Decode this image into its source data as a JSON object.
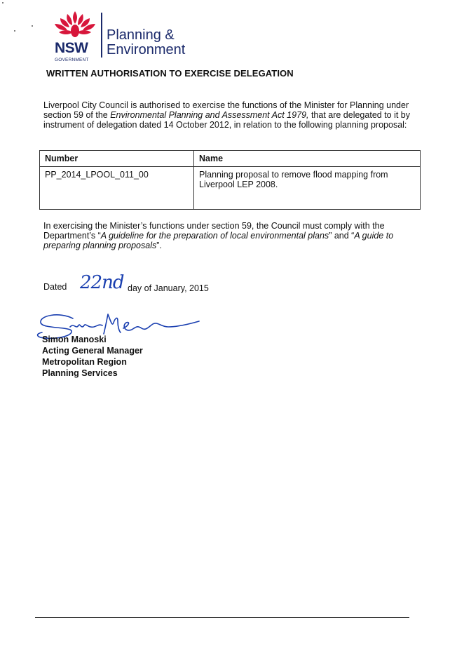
{
  "logo": {
    "nsw": "NSW",
    "government": "GOVERNMENT",
    "department_line1": "Planning &",
    "department_line2": "Environment",
    "colors": {
      "waratah": "#d7163b",
      "navy": "#1b2a6b"
    }
  },
  "document": {
    "heading": "WRITTEN AUTHORISATION TO EXERCISE DELEGATION",
    "intro": {
      "part1": "Liverpool City Council is authorised to exercise the functions of the Minister for Planning under section 59 of the ",
      "act": "Environmental Planning and Assessment Act 1979,",
      "part2": " that are delegated to it by instrument of delegation dated 14 October 2012, in relation to the following planning proposal:"
    },
    "table": {
      "headers": [
        "Number",
        "Name"
      ],
      "rows": [
        [
          "PP_2014_LPOOL_011_00",
          "Planning proposal to remove flood mapping from Liverpool LEP 2008."
        ]
      ]
    },
    "paragraph2": {
      "part1": "In exercising the Minister’s functions under section 59, the Council must comply with the Department’s “",
      "guide1": "A guideline for the preparation of local environmental plans",
      "part2": "” and “",
      "guide2": "A guide to preparing planning proposals",
      "part3": "”."
    },
    "dated": {
      "label": "Dated",
      "handwritten_day": "22nd",
      "rest": "day of January, 2015"
    },
    "signer": {
      "name": "Simon Manoski",
      "title": "Acting General Manager",
      "region": "Metropolitan Region",
      "division": "Planning Services"
    }
  }
}
